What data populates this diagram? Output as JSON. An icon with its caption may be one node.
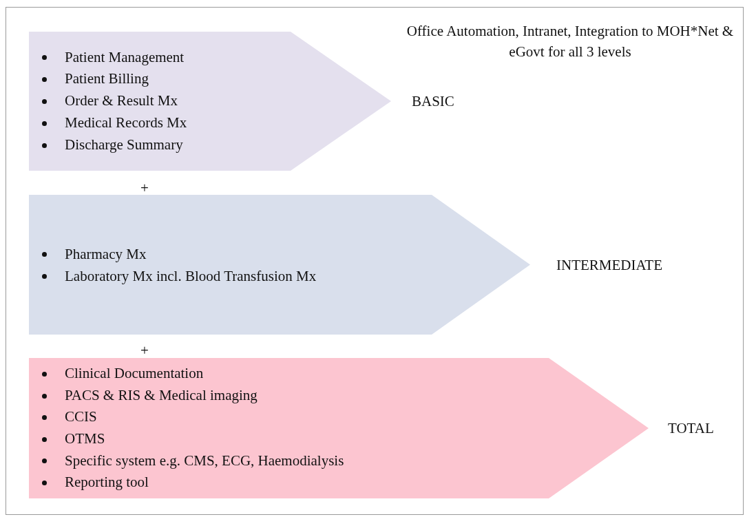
{
  "diagram": {
    "nodes": [
      {
        "text": [
          "Patient Management",
          "Patient Billing",
          "Order & Result Mx",
          "Medical Records Mx",
          "Discharge Summary"
        ],
        "beside": [
          "BASIC"
        ]
      },
      {
        "text": [
          "Pharmacy Mx",
          "Laboratory Mx incl. Blood Transfusion Mx"
        ],
        "beside": [
          "INTERMEDIATE"
        ]
      },
      {
        "text": [
          "Clinical Documentation",
          "PACS & RIS & Medical imaging",
          "CCIS",
          "OTMS",
          "Specific system e.g. CMS, ECG, Haemodialysis",
          "Reporting tool"
        ],
        "beside": [
          "TOTAL"
        ]
      }
    ],
    "labels": [
      "Office Automation, Intranet, Integration to MOH*Net & eGovt for all 3 levels",
      "+",
      "+"
    ]
  }
}
